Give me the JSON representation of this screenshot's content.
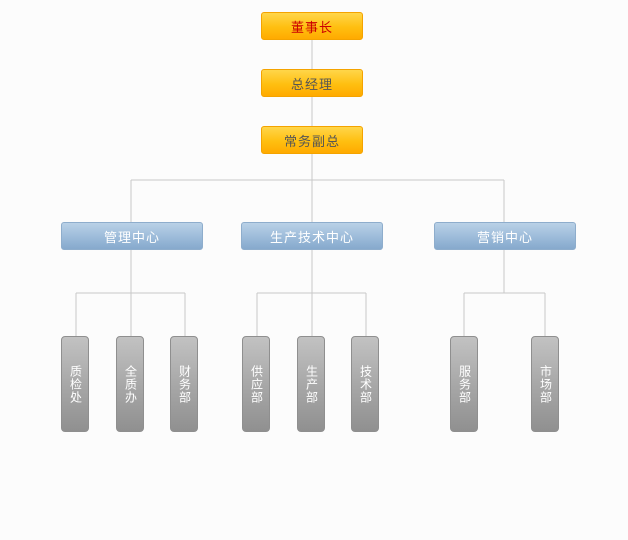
{
  "colors": {
    "exec_fill": "#ffbf10",
    "exec_text_primary": "#cc0000",
    "exec_text": "#555555",
    "center_fill": "#9cbbd9",
    "dept_fill": "#a8a8a8",
    "connector": "#c8c8c8"
  },
  "chart": {
    "chairman": "董事长",
    "general_manager": "总经理",
    "deputy": "常务副总",
    "centers": [
      {
        "name": "管理中心",
        "departments": [
          "质检处",
          "全质办",
          "财务部"
        ]
      },
      {
        "name": "生产技术中心",
        "departments": [
          "供应部",
          "生产部",
          "技术部"
        ]
      },
      {
        "name": "营销中心",
        "departments": [
          "服务部",
          "市场部"
        ]
      }
    ]
  }
}
